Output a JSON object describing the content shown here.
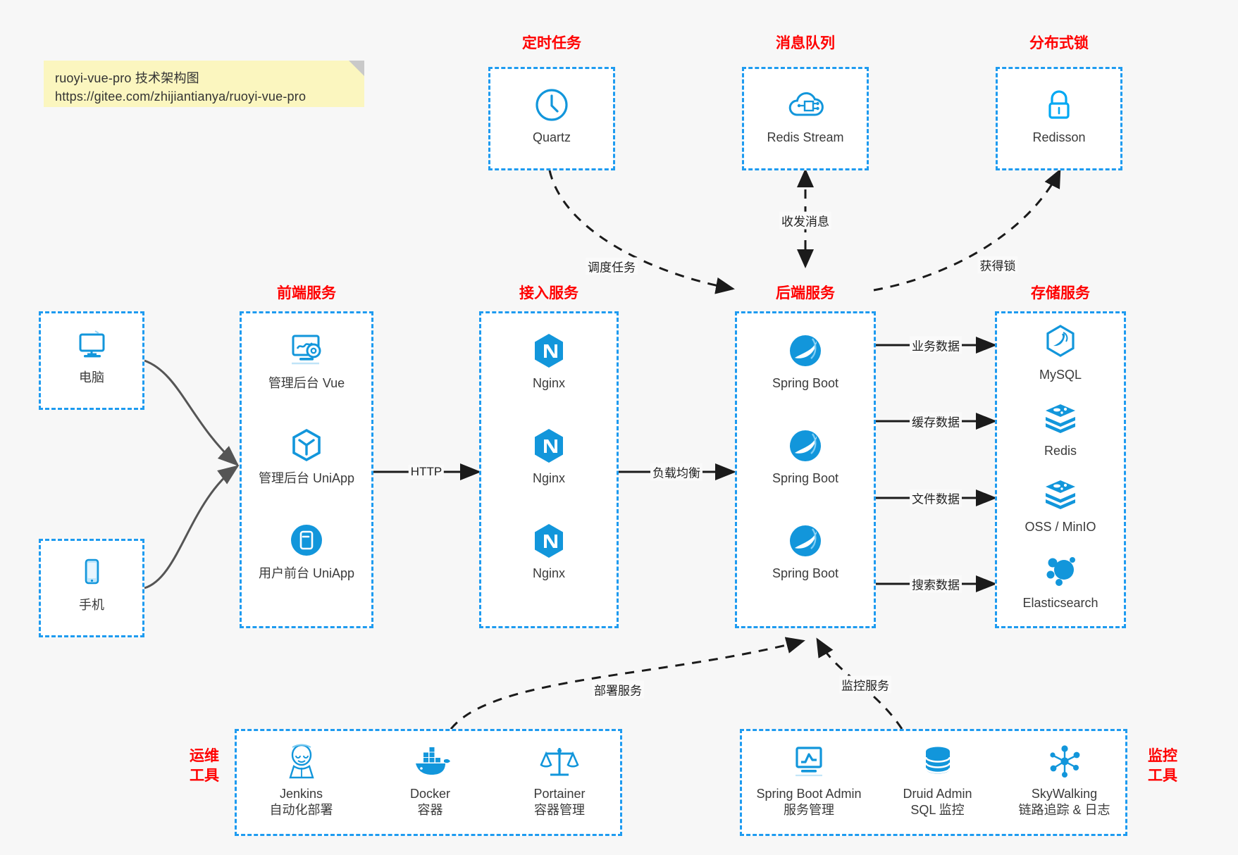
{
  "note": {
    "line1": "ruoyi-vue-pro 技术架构图",
    "line2": "https://gitee.com/zhijiantianya/ruoyi-vue-pro"
  },
  "colors": {
    "accent_blue": "#1e9bf0",
    "icon_blue": "#1296db",
    "title_red": "#ff0000",
    "note_yellow": "#fbf6bf",
    "background": "#f7f7f7",
    "arrow_dark": "#333333",
    "curve_gray": "#555555"
  },
  "groups": {
    "scheduler": {
      "title": "定时任务",
      "items": [
        {
          "label": "Quartz",
          "icon": "clock-icon"
        }
      ]
    },
    "mq": {
      "title": "消息队列",
      "items": [
        {
          "label": "Redis Stream",
          "icon": "cloud-stream-icon"
        }
      ]
    },
    "lock": {
      "title": "分布式锁",
      "items": [
        {
          "label": "Redisson",
          "icon": "padlock-icon"
        }
      ]
    },
    "devices": {
      "items": [
        {
          "label": "电脑",
          "icon": "desktop-computer-icon"
        },
        {
          "label": "手机",
          "icon": "mobile-phone-icon"
        }
      ]
    },
    "frontend": {
      "title": "前端服务",
      "items": [
        {
          "label": "管理后台 Vue",
          "icon": "dashboard-settings-icon"
        },
        {
          "label": "管理后台 UniApp",
          "icon": "cube-icon"
        },
        {
          "label": "用户前台 UniApp",
          "icon": "app-window-icon"
        }
      ]
    },
    "gateway": {
      "title": "接入服务",
      "items": [
        {
          "label": "Nginx",
          "icon": "nginx-icon"
        },
        {
          "label": "Nginx",
          "icon": "nginx-icon"
        },
        {
          "label": "Nginx",
          "icon": "nginx-icon"
        }
      ]
    },
    "backend": {
      "title": "后端服务",
      "items": [
        {
          "label": "Spring Boot",
          "icon": "spring-boot-icon"
        },
        {
          "label": "Spring Boot",
          "icon": "spring-boot-icon"
        },
        {
          "label": "Spring Boot",
          "icon": "spring-boot-icon"
        }
      ]
    },
    "storage": {
      "title": "存储服务",
      "items": [
        {
          "label": "MySQL",
          "icon": "mysql-dolphin-icon"
        },
        {
          "label": "Redis",
          "icon": "redis-stack-icon"
        },
        {
          "label": "OSS / MinIO",
          "icon": "redis-stack-icon"
        },
        {
          "label": "Elasticsearch",
          "icon": "elasticsearch-icon"
        }
      ]
    },
    "devops": {
      "title_line1": "运维",
      "title_line2": "工具",
      "items": [
        {
          "label": "Jenkins",
          "sub": "自动化部署",
          "icon": "jenkins-butler-icon"
        },
        {
          "label": "Docker",
          "sub": "容器",
          "icon": "docker-whale-icon"
        },
        {
          "label": "Portainer",
          "sub": "容器管理",
          "icon": "scales-balance-icon"
        }
      ]
    },
    "monitor": {
      "title_line1": "监控",
      "title_line2": "工具",
      "items": [
        {
          "label": "Spring Boot Admin",
          "sub": "服务管理",
          "icon": "monitor-chart-icon"
        },
        {
          "label": "Druid Admin",
          "sub": "SQL 监控",
          "icon": "database-cylinder-icon"
        },
        {
          "label": "SkyWalking",
          "sub": "链路追踪 & 日志",
          "icon": "skywalking-node-icon"
        }
      ]
    }
  },
  "edges": [
    {
      "id": "http",
      "label": "HTTP"
    },
    {
      "id": "load-balance",
      "label": "负载均衡"
    },
    {
      "id": "schedule-task",
      "label": "调度任务"
    },
    {
      "id": "send-receive-message",
      "label": "收发消息"
    },
    {
      "id": "acquire-lock",
      "label": "获得锁"
    },
    {
      "id": "business-data",
      "label": "业务数据"
    },
    {
      "id": "cache-data",
      "label": "缓存数据"
    },
    {
      "id": "file-data",
      "label": "文件数据"
    },
    {
      "id": "search-data",
      "label": "搜索数据"
    },
    {
      "id": "deploy-service",
      "label": "部署服务"
    },
    {
      "id": "monitor-service",
      "label": "监控服务"
    }
  ]
}
